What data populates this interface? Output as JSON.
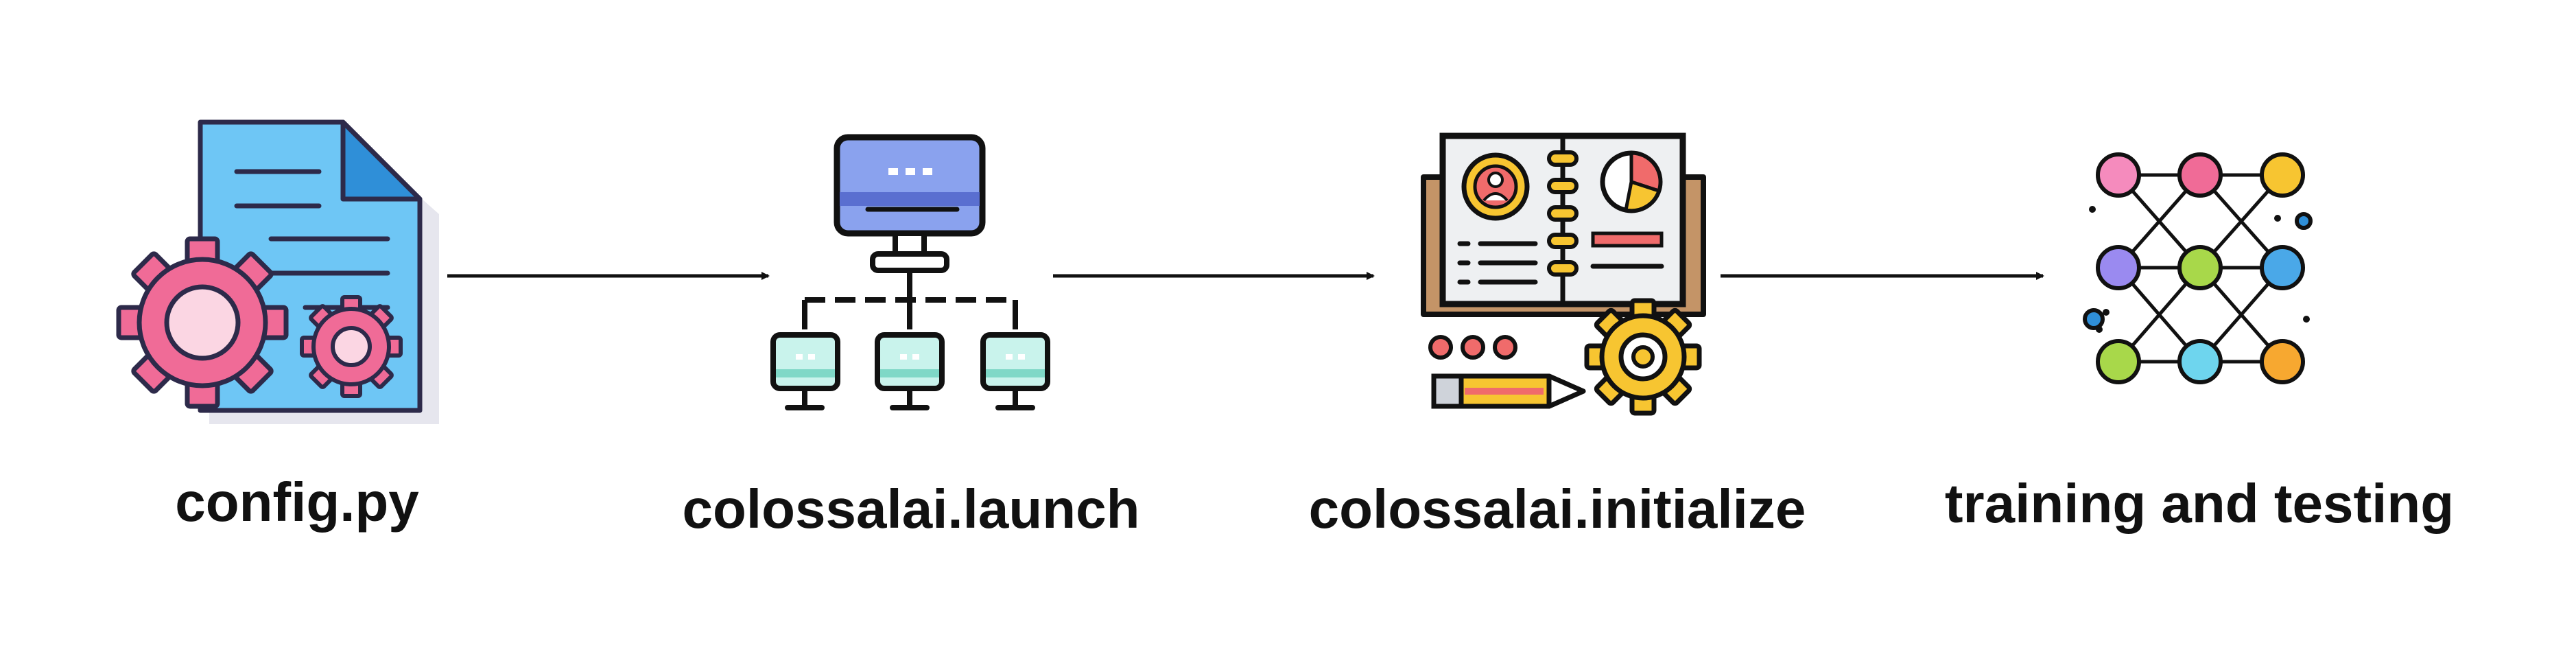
{
  "steps": [
    {
      "label": "config.py",
      "icon": "config-file-gear-icon"
    },
    {
      "label": "colossalai.launch",
      "icon": "network-computers-icon"
    },
    {
      "label": "colossalai.initialize",
      "icon": "notebook-dashboard-gear-icon"
    },
    {
      "label": "training and testing",
      "icon": "neural-network-icon"
    }
  ],
  "colors": {
    "outline": "#2d2a4a",
    "doc_blue": "#6ec6f5",
    "gear_pink": "#f06b97",
    "gear_light": "#fbd6e3",
    "monitor_blue": "#8aa2ee",
    "screen_mint": "#c9f3ec",
    "book_brown": "#c49467",
    "gear_yellow": "#f7c531",
    "node_pink": "#f58bbd",
    "node_yellow": "#f7c531",
    "node_purple": "#9a8af0",
    "node_green": "#a8d84a",
    "node_cyan": "#6ed5ee",
    "node_blue": "#2f8fd8"
  }
}
